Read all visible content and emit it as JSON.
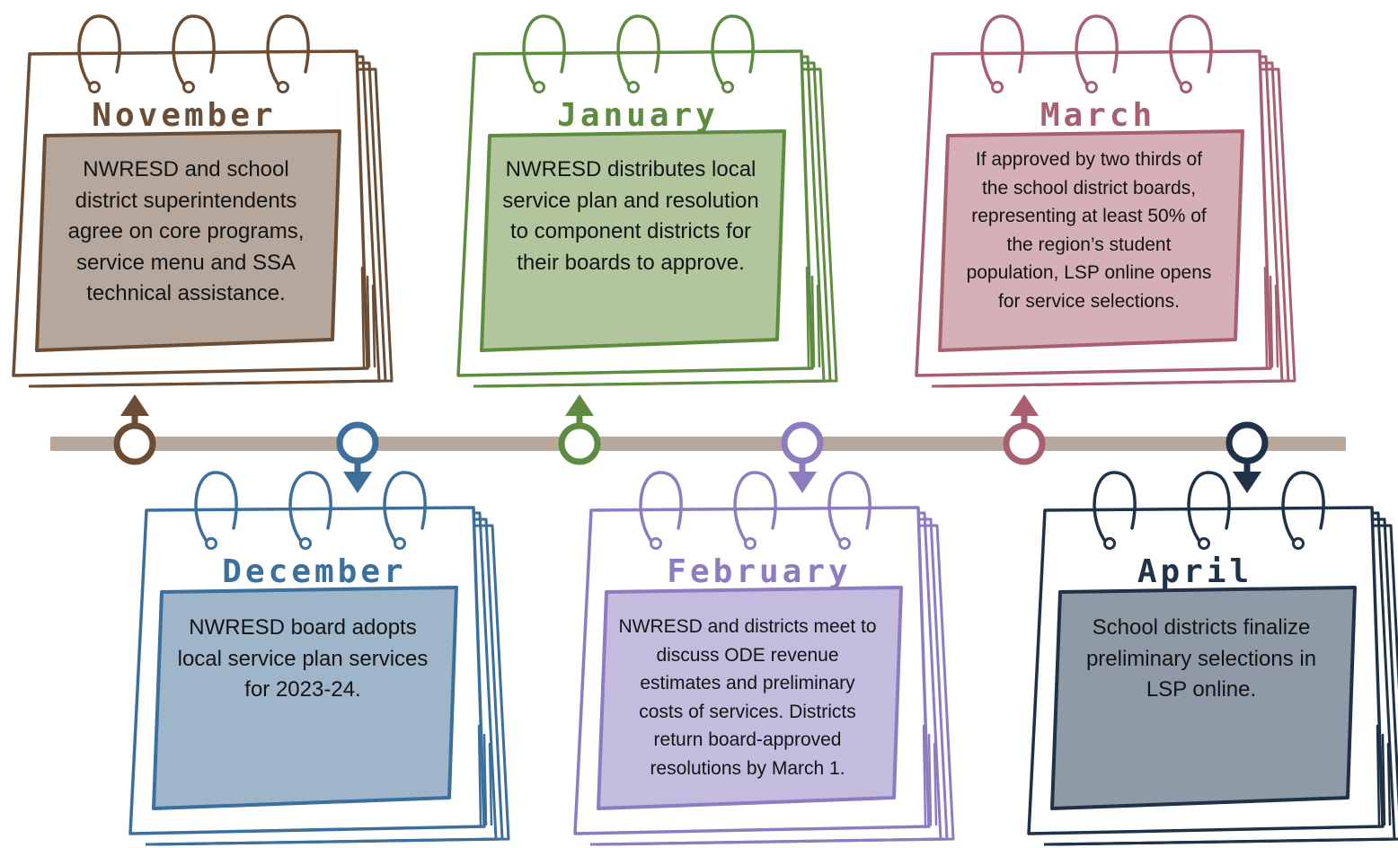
{
  "timeline": {
    "line_color": "#b7a89b",
    "events": [
      {
        "month": "November",
        "text": "NWRESD and school district superintendents agree on core programs, service menu and SSA technical assistance.",
        "color": "#6b4c34",
        "fill": "#b5a79b"
      },
      {
        "month": "December",
        "text": "NWRESD board adopts local service plan services for 2023-24.",
        "color": "#3c6f9c",
        "fill": "#9fb5ca"
      },
      {
        "month": "January",
        "text": "NWRESD distributes local service plan and resolution to component districts for their boards to approve.",
        "color": "#5d8b40",
        "fill": "#b2c69e"
      },
      {
        "month": "February",
        "text": "NWRESD and districts meet to discuss ODE revenue estimates and preliminary costs of services. Districts return board-approved resolutions by March 1.",
        "color": "#8d7cc0",
        "fill": "#c4bcdf"
      },
      {
        "month": "March",
        "text": "If approved by two thirds of the school district boards, representing at least 50% of the region’s student population, LSP online opens for service selections.",
        "color": "#a86070",
        "fill": "#d5b0b6"
      },
      {
        "month": "April",
        "text": "School districts finalize preliminary selections in LSP online.",
        "color": "#1f3247",
        "fill": "#8e9ba6"
      }
    ]
  }
}
